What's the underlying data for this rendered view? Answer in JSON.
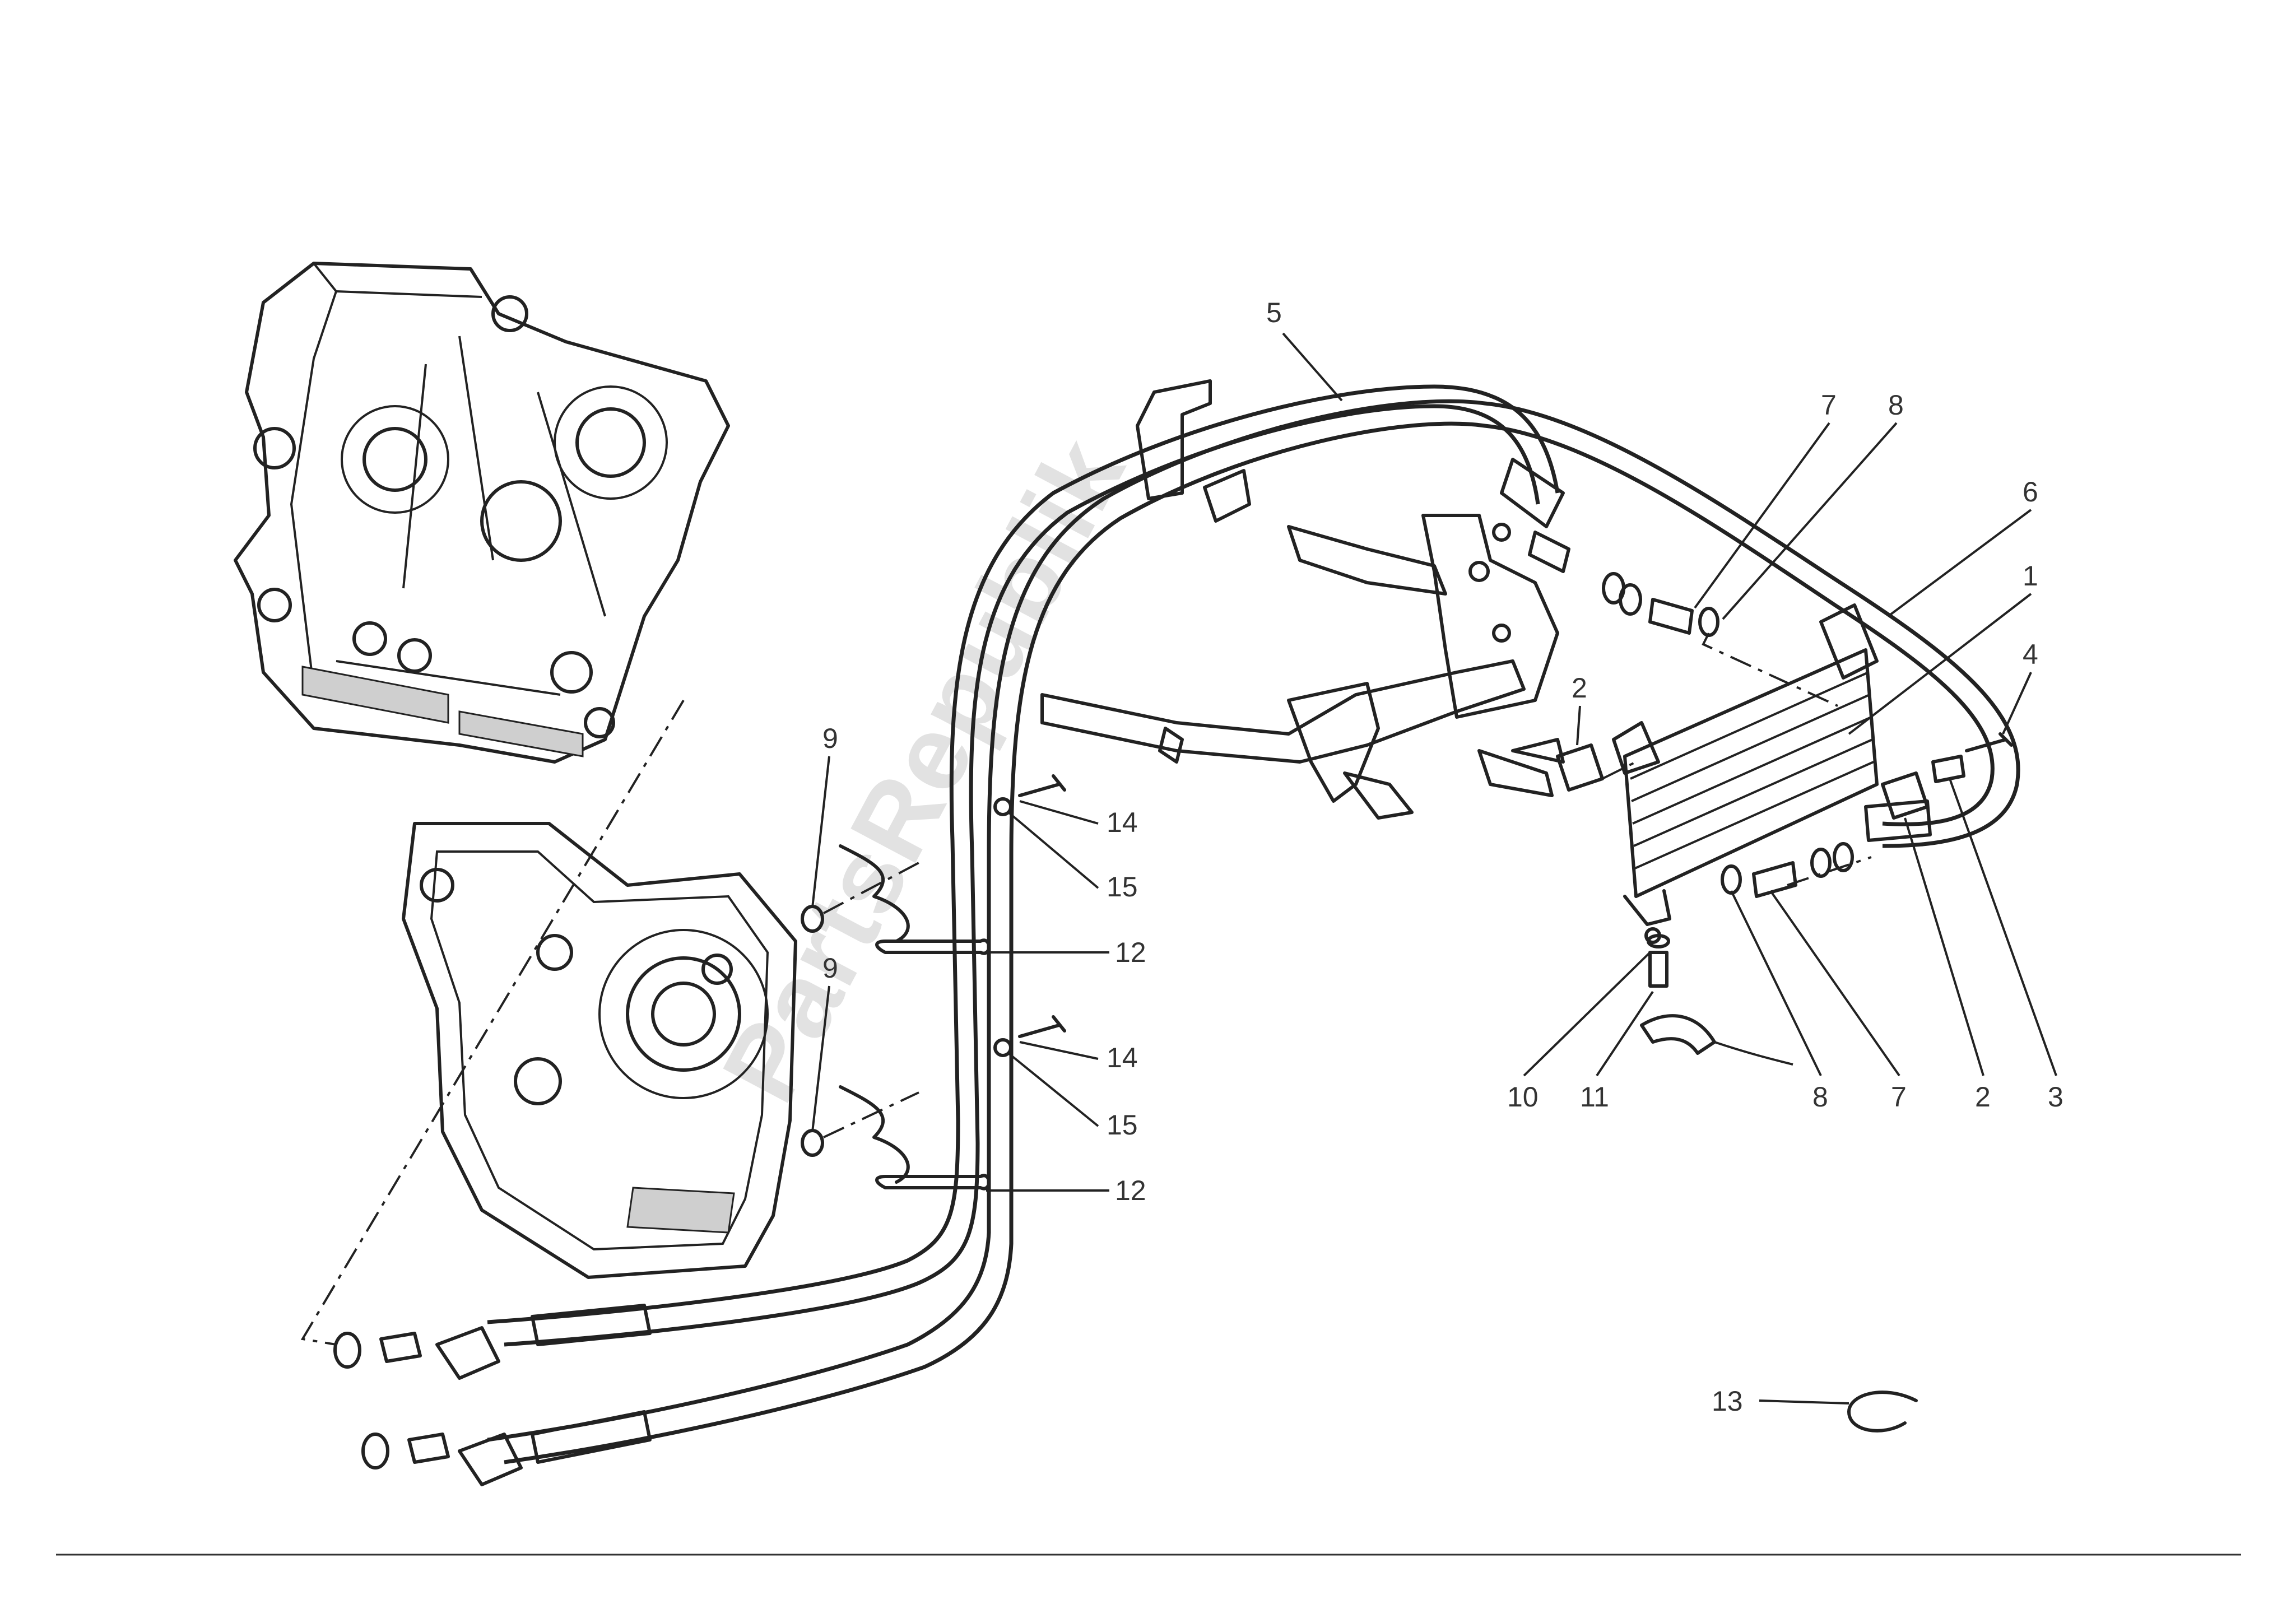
{
  "watermark": "PartsRepublik",
  "callouts": [
    {
      "id": "c5a",
      "label": "5"
    },
    {
      "id": "c7a",
      "label": "7"
    },
    {
      "id": "c8a",
      "label": "8"
    },
    {
      "id": "c6",
      "label": "6"
    },
    {
      "id": "c1",
      "label": "1"
    },
    {
      "id": "c4",
      "label": "4"
    },
    {
      "id": "c2a",
      "label": "2"
    },
    {
      "id": "c9a",
      "label": "9"
    },
    {
      "id": "c14a",
      "label": "14"
    },
    {
      "id": "c15a",
      "label": "15"
    },
    {
      "id": "c12a",
      "label": "12"
    },
    {
      "id": "c9b",
      "label": "9"
    },
    {
      "id": "c14b",
      "label": "14"
    },
    {
      "id": "c15b",
      "label": "15"
    },
    {
      "id": "c12b",
      "label": "12"
    },
    {
      "id": "c10",
      "label": "10"
    },
    {
      "id": "c11",
      "label": "11"
    },
    {
      "id": "c8b",
      "label": "8"
    },
    {
      "id": "c7b",
      "label": "7"
    },
    {
      "id": "c2b",
      "label": "2"
    },
    {
      "id": "c3",
      "label": "3"
    },
    {
      "id": "c13",
      "label": "13"
    }
  ]
}
